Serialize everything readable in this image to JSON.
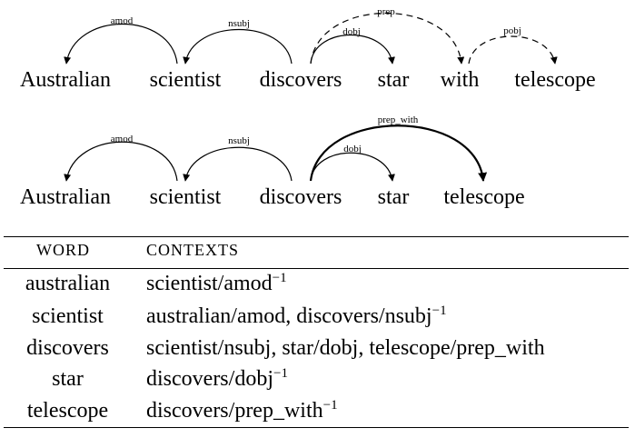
{
  "diagrams": [
    {
      "words": [
        "Australian",
        "scientist",
        "discovers",
        "star",
        "with",
        "telescope"
      ],
      "arcs": [
        {
          "label": "amod",
          "from": "scientist",
          "to": "Australian",
          "style": "solid"
        },
        {
          "label": "nsubj",
          "from": "discovers",
          "to": "scientist",
          "style": "solid"
        },
        {
          "label": "dobj",
          "from": "discovers",
          "to": "star",
          "style": "solid"
        },
        {
          "label": "prep",
          "from": "discovers",
          "to": "with",
          "style": "dashed"
        },
        {
          "label": "pobj",
          "from": "with",
          "to": "telescope",
          "style": "dashed"
        }
      ]
    },
    {
      "words": [
        "Australian",
        "scientist",
        "discovers",
        "star",
        "telescope"
      ],
      "arcs": [
        {
          "label": "amod",
          "from": "scientist",
          "to": "Australian",
          "style": "solid"
        },
        {
          "label": "nsubj",
          "from": "discovers",
          "to": "scientist",
          "style": "solid"
        },
        {
          "label": "dobj",
          "from": "discovers",
          "to": "star",
          "style": "solid"
        },
        {
          "label": "prep_with",
          "from": "discovers",
          "to": "telescope",
          "style": "bold"
        }
      ]
    }
  ],
  "table": {
    "headers": {
      "word": "WORD",
      "contexts": "CONTEXTS"
    },
    "inverse_marker": "−1",
    "rows": [
      {
        "word": "australian",
        "contexts": "scientist/amod",
        "inverse": true
      },
      {
        "word": "scientist",
        "contexts": "australian/amod, discovers/nsubj",
        "inverse": true
      },
      {
        "word": "discovers",
        "contexts": "scientist/nsubj, star/dobj, telescope/prep_with",
        "inverse": false
      },
      {
        "word": "star",
        "contexts": "discovers/dobj",
        "inverse": true
      },
      {
        "word": "telescope",
        "contexts": "discovers/prep_with",
        "inverse": true
      }
    ]
  }
}
